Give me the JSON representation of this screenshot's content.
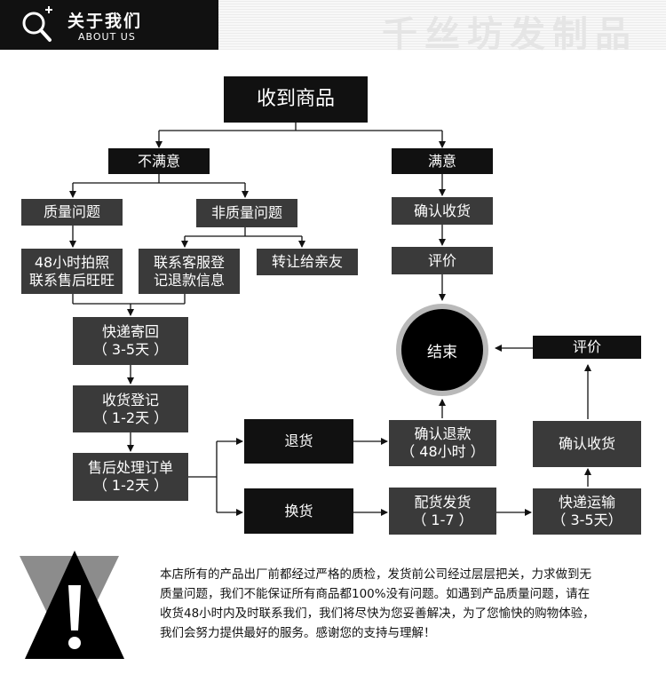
{
  "header": {
    "title": "关于我们",
    "subtitle": "ABOUT US",
    "brand": "千丝坊发制品",
    "icon": "search-plus-icon"
  },
  "flow": {
    "receive": "收到商品",
    "unsatisfied": "不满意",
    "satisfied": "满意",
    "quality_issue": "质量问题",
    "non_quality_issue": "非质量问题",
    "contact_48h": [
      "48小时拍照",
      "联系售后旺旺"
    ],
    "contact_cs": [
      "联系客服登",
      "记退款信息"
    ],
    "transfer": "转让给亲友",
    "confirm_receipt_top": "确认收货",
    "review_top": "评价",
    "end": "结束",
    "review_right": "评价",
    "express_return": [
      "快递寄回",
      "（ 3-5天 ）"
    ],
    "receipt_register": [
      "收货登记",
      "（ 1-2天 ）"
    ],
    "after_sales": [
      "售后处理订单",
      "（ 1-2天 ）"
    ],
    "return_goods": "退货",
    "exchange_goods": "换货",
    "confirm_refund": [
      "确认退款",
      "（ 48小时 ）"
    ],
    "ship_goods": [
      "配货发货",
      "（ 1-7 ）"
    ],
    "confirm_receipt_right": "确认收货",
    "express_delivery": [
      "快递运输",
      "（ 3-5天）"
    ]
  },
  "notice": {
    "icon": "warning-icon",
    "lines": [
      "本店所有的产品出厂前都经过严格的质检，发货前公司经过层层把关，力求做到无",
      "质量问题，我们不能保证所有商品都100%没有问题。如遇到产品质量问题，请在",
      "收货48小时内及时联系我们，我们将尽快为您妥善解决，为了您愉快的购物体验，",
      "我们会努力提供最好的服务。感谢您的支持与理解！"
    ]
  },
  "colors": {
    "box": "#111111",
    "box_gray": "#3a3a3a",
    "ring": "#b9b9b9",
    "line": "#111111"
  }
}
